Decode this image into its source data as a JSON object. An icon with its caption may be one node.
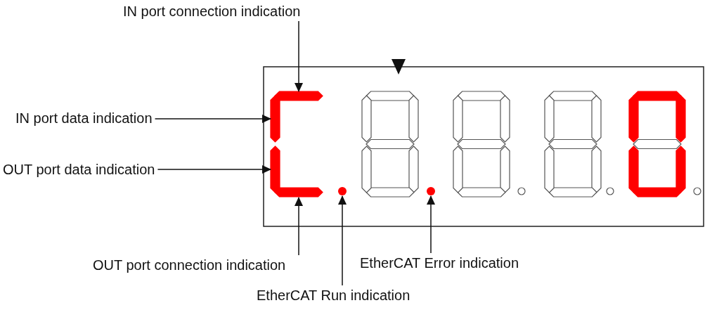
{
  "diagram": {
    "nodes": [
      {
        "text": [
          "IN port connection indication"
        ]
      },
      {
        "text": [
          "IN port data indication"
        ]
      },
      {
        "text": [
          "OUT port data indication"
        ]
      },
      {
        "text": [
          "OUT port connection indication"
        ]
      },
      {
        "text": [
          "EtherCAT Run indication"
        ]
      },
      {
        "text": [
          "EtherCAT Error indication"
        ]
      },
      {
        "text": [],
        "shape": "bar"
      },
      {
        "text": [],
        "shape": "bar"
      },
      {
        "text": [],
        "shape": "bar"
      },
      {
        "text": [],
        "shape": "bar"
      },
      {
        "text": [],
        "shape": "circle"
      },
      {
        "text": [],
        "shape": "circle"
      }
    ],
    "edges": [
      {
        "from": 0,
        "to": 6,
        "arrow": "to"
      },
      {
        "from": 1,
        "to": 7,
        "arrow": "to"
      },
      {
        "from": 2,
        "to": 8,
        "arrow": "to"
      },
      {
        "from": 3,
        "to": 9,
        "arrow": "to"
      },
      {
        "from": 4,
        "to": 10,
        "arrow": "to"
      },
      {
        "from": 5,
        "to": 11,
        "arrow": "to"
      }
    ]
  }
}
